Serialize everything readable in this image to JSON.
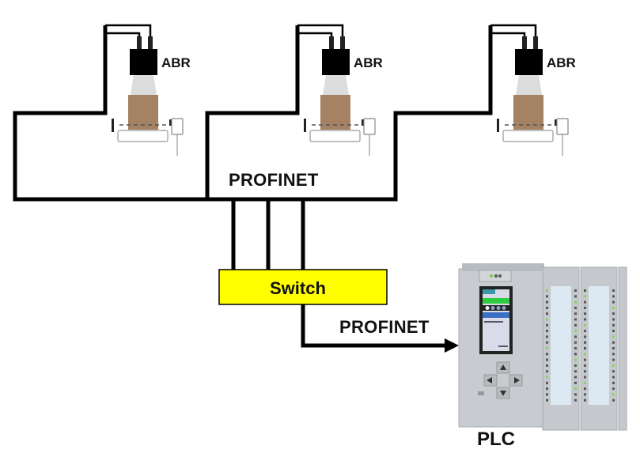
{
  "diagram": {
    "stations": [
      {
        "label": "ABR"
      },
      {
        "label": "ABR"
      },
      {
        "label": "ABR"
      }
    ],
    "network_label_top": "PROFINET",
    "switch_label": "Switch",
    "network_label_bottom": "PROFINET",
    "plc_label": "PLC",
    "colors": {
      "wire": "#000000",
      "switch_fill": "#FFFF00",
      "box_brown": "#A58263",
      "plc_body": "#C9CDD1",
      "plc_screen_header": "#2ECC40",
      "plc_screen_bar": "#3A6FC4"
    }
  }
}
